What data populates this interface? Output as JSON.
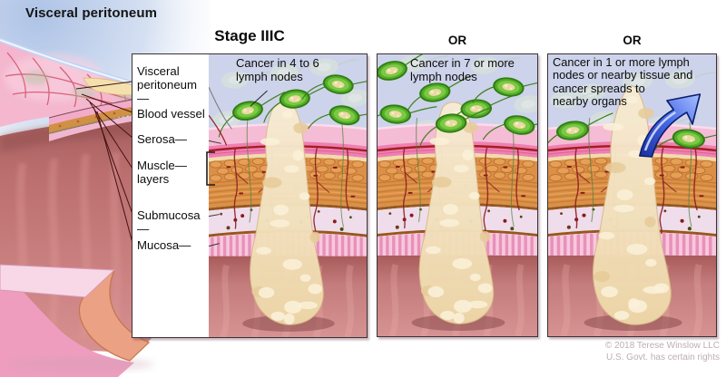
{
  "figure": {
    "outer_label": "Visceral peritoneum",
    "copyright_line1": "© 2018 Terese Winslow LLC",
    "copyright_line2": "U.S. Govt. has certain rights"
  },
  "titles": {
    "stage": "Stage IIIC",
    "or1": "OR",
    "or2": "OR"
  },
  "anatomy_labels": {
    "visceral_peritoneum": "Visceral\nperitoneum—",
    "blood_vessel": "Blood vessel",
    "serosa": "Serosa—",
    "muscle_layers": "Muscle—\nlayers",
    "submucosa": "Submucosa—",
    "mucosa": "Mucosa—"
  },
  "captions": {
    "panel1": "Cancer in 4 to 6\nlymph nodes",
    "panel2": "Cancer in 7 or more\nlymph nodes",
    "panel3": "Cancer in 1 or more lymph\nnodes or nearby tissue and\ncancer spreads to\nnearby organs"
  },
  "colors": {
    "sky": "#cdd3ea",
    "ghost_node": "#d9e4d8",
    "peritoneum_pink": "#f5bcd6",
    "serosa_pink": "#ef7fb2",
    "cream_line": "#f0dcab",
    "muscle_orange": "#db9048",
    "muscle_edge": "#c07231",
    "brown_line": "#96581e",
    "submucosa": "#efddec",
    "mucosa_pink": "#f8c8dc",
    "mucosa_ridge": "#e791bb",
    "lumen_dark": "#a95b5b",
    "lumen_light": "#d69292",
    "vessel_red": "#8e1f1f",
    "serosa_vessel": "#a31f1f",
    "node_rim": "#2f7d12",
    "node_mid": "#54ad28",
    "node_inner": "#7bc944",
    "node_center": "#ead9a2",
    "node_tail": "#3e7f1e",
    "lymph_vessel": "#55803a",
    "tumor_fill": "#f3e4c0",
    "tumor_light": "#faf1d8",
    "tumor_dark": "#e6cb99",
    "arrow_deep": "#1b2f9e",
    "arrow_light": "#aac2ff",
    "membrane_pink": "#f5b5cc",
    "membrane_vessel": "#d4506a",
    "interior_rose": "#c57b7b",
    "cut_band": "#eba184",
    "cut_surface": "#f8d8e6"
  }
}
